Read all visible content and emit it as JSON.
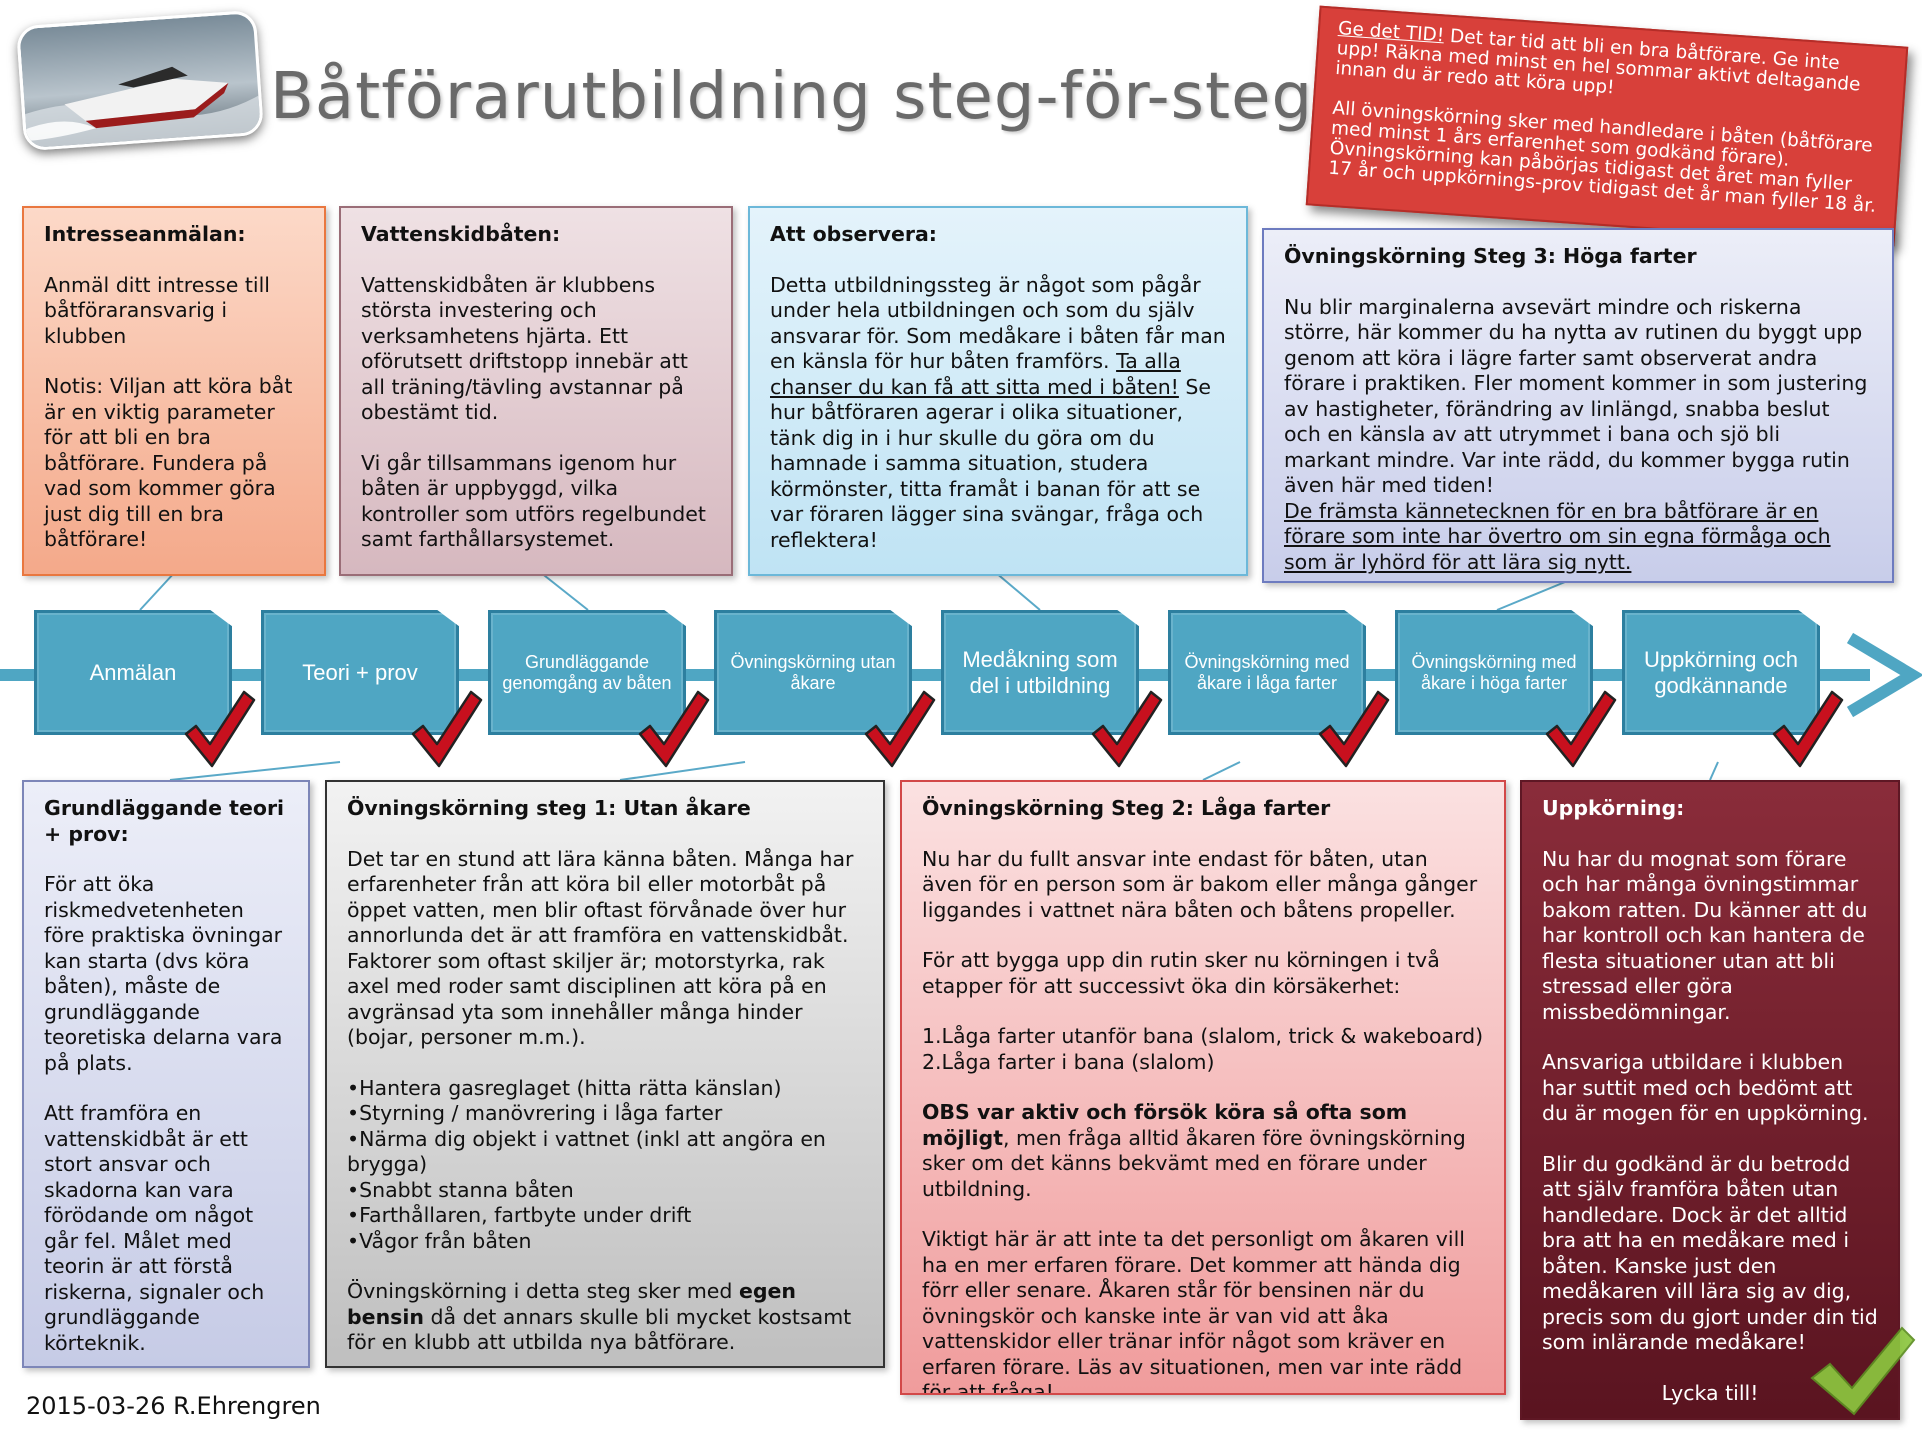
{
  "title": "Båtförarutbildning steg-för-steg",
  "note": {
    "p1_lead": "Ge det TID!",
    "p1_rest": " Det tar tid att bli en bra båtförare. Ge inte upp! Räkna med minst en hel sommar aktivt deltagande innan du är redo att köra upp!",
    "p2": "All övningskörning sker med handledare i båten (båtförare med minst 1 års erfarenhet som godkänd förare). Övningskörning kan påbörjas tidigast det året man fyller 17 år och uppkörnings-prov tidigast det år man fyller 18 år."
  },
  "top_cards": {
    "intresse": {
      "heading": "Intresseanmälan:",
      "p1": "Anmäl ditt intresse till båtföraransvarig i klubben",
      "p2": "Notis: Viljan att köra båt är en viktig parameter för att bli en bra båtförare. Fundera på vad som kommer göra just dig till en bra båtförare!"
    },
    "vattenskid": {
      "heading": "Vattenskidbåten:",
      "p1": "Vattenskidbåten är klubbens största investering och verksamhetens hjärta. Ett oförutsett driftstopp innebär att all träning/tävling avstannar på obestämt tid.",
      "p2": "Vi går tillsammans igenom hur båten är uppbyggd, vilka kontroller som utförs regelbundet samt farthållarsystemet."
    },
    "observera": {
      "heading": "Att observera:",
      "p1_a": "Detta utbildningssteg är något som pågår under hela utbildningen och som du själv ansvarar för. Som medåkare i båten får man en känsla för hur båten framförs. ",
      "p1_u": "Ta alla chanser du kan få att sitta med i båten!",
      "p1_b": " Se hur båtföraren agerar i olika situationer, tänk dig in i hur skulle du göra om du hamnade i samma situation, studera körmönster, titta framåt i banan för att se var föraren lägger sina svängar, fråga och reflektera!"
    },
    "steg3": {
      "heading": "Övningskörning Steg 3: Höga farter",
      "p1": "Nu blir marginalerna avsevärt mindre och riskerna större, här kommer du ha nytta av rutinen du byggt upp genom att köra i lägre farter samt observerat andra förare i praktiken. Fler moment kommer in som justering av hastigheter, förändring av linlängd, snabba beslut och en känsla av att utrymmet i bana och sjö bli markant mindre. Var inte rädd, du kommer bygga rutin även här med tiden!",
      "p2_u": "De främsta kännetecknen för en bra båtförare är en förare som inte har övertro om sin egna förmåga och som är lyhörd för att lära sig nytt."
    }
  },
  "steps": [
    {
      "label": "Anmälan"
    },
    {
      "label": "Teori + prov"
    },
    {
      "label": "Grundläggande genomgång av båten"
    },
    {
      "label": "Övningskörning utan åkare"
    },
    {
      "label": "Medåkning som del i utbildning"
    },
    {
      "label": "Övningskörning med åkare i låga farter"
    },
    {
      "label": "Övningskörning med åkare i höga farter"
    },
    {
      "label": "Uppkörning och godkännande"
    }
  ],
  "bottom_cards": {
    "teori": {
      "heading": "Grundläggande teori + prov:",
      "p1": "För att öka riskmedvetenheten före praktiska övningar kan starta (dvs köra båten), måste de grundläggande teoretiska delarna vara på plats.",
      "p2": "Att framföra en vattenskidbåt är ett stort ansvar och skadorna kan vara förödande om något går fel. Målet med teorin är att förstå riskerna, signaler och grundläggande körteknik."
    },
    "steg1": {
      "heading": "Övningskörning steg 1: Utan åkare",
      "p1": "Det tar en stund att lära känna båten. Många har erfarenheter från att köra bil eller motorbåt på öppet vatten, men blir oftast förvånade över hur annorlunda det är att framföra en vattenskidbåt. Faktorer som oftast skiljer är; motorstyrka, rak axel med roder samt disciplinen att köra på en avgränsad yta som innehåller många hinder (bojar, personer m.m.).",
      "items": [
        "Hantera gasreglaget (hitta rätta känslan)",
        "Styrning / manövrering i låga farter",
        "Närma dig objekt i vattnet (inkl att angöra en brygga)",
        "Snabbt stanna båten",
        "Farthållaren, fartbyte under drift",
        "Vågor från båten"
      ],
      "p2_a": "Övningskörning i detta steg sker med ",
      "p2_b": "egen bensin",
      "p2_c": " då det annars skulle bli mycket kostsamt för en klubb att utbilda nya båtförare."
    },
    "steg2": {
      "heading": "Övningskörning Steg 2: Låga farter",
      "p1": "Nu har du fullt ansvar inte endast för båten, utan även för en person som är bakom eller många gånger liggandes i vattnet nära båten och båtens propeller.",
      "p2": "För att bygga upp din rutin sker nu körningen i två etapper för att successivt öka din körsäkerhet:",
      "l1": "1.Låga farter utanför bana (slalom, trick & wakeboard)",
      "l2": "2.Låga farter i bana (slalom)",
      "p3_b": "OBS var aktiv och försök köra så ofta som möjligt",
      "p3_rest": ", men fråga alltid åkaren före övningskörning sker om det känns bekvämt med en förare under utbildning.",
      "p4": "Viktigt här är att inte ta det personligt om åkaren vill ha en mer erfaren förare. Det kommer att hända dig förr eller senare.  Åkaren står för bensinen när du övningskör och kanske inte är van vid att åka vattenskidor eller tränar inför något som kräver en erfaren förare. Läs av situationen, men var inte rädd för att fråga!"
    },
    "uppkorning": {
      "heading": "Uppkörning:",
      "p1": "Nu har du mognat som förare och har många övningstimmar bakom ratten. Du känner att du har kontroll och kan hantera de flesta situationer utan att bli stressad eller göra missbedömningar.",
      "p2": "Ansvariga utbildare i klubben har suttit med och bedömt att du är mogen för en uppkörning.",
      "p3": "Blir du godkänd är du betrodd att själv framföra båten utan handledare. Dock är det alltid bra att ha en medåkare med i båten. Kanske just den medåkaren vill lära sig av dig, precis som du gjort under din tid som inlärande medåkare!",
      "p4": "Lycka till!"
    }
  },
  "footer": "2015-03-26 R.Ehrengren",
  "colors": {
    "arrow": "#4fa6c3",
    "check": "#c8101e",
    "note_bg": "#d8403a"
  }
}
